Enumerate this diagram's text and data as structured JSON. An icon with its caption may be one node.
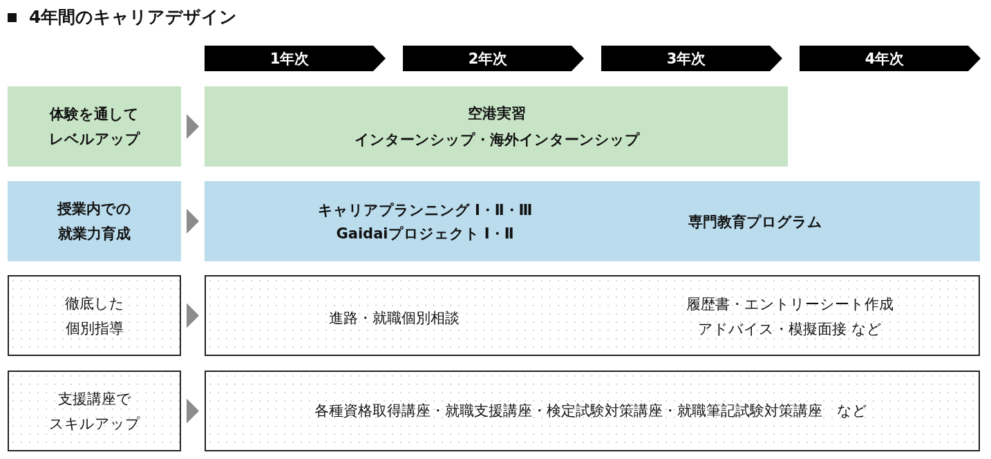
{
  "diagram": {
    "title": "4年間のキャリアデザイン",
    "nodes": [
      {
        "text": [
          "1年次"
        ]
      },
      {
        "text": [
          "2年次"
        ]
      },
      {
        "text": [
          "3年次"
        ]
      },
      {
        "text": [
          "4年次"
        ]
      },
      {
        "text": [
          "体験を通してレベルアップ"
        ]
      },
      {
        "text": [
          "空港実習",
          "インターンシップ・海外インターンシップ"
        ]
      },
      {
        "text": [
          "授業内での就業力育成"
        ]
      },
      {
        "text": [
          "キャリアプランニング Ⅰ・Ⅱ・Ⅲ",
          "Gaidaiプロジェクト Ⅰ・Ⅱ",
          "専門教育プログラム"
        ]
      },
      {
        "text": [
          "徹底した個別指導"
        ]
      },
      {
        "text": [
          "進路・就職個別相談",
          "履歴書・エントリーシート作成アドバイス・模擬面接 など"
        ]
      },
      {
        "text": [
          "支援講座でスキルアップ"
        ]
      },
      {
        "text": [
          "各種資格取得講座・就職支援講座・検定試験対策講座・就職筆記試験対策講座　など"
        ]
      }
    ],
    "edges": [
      {
        "from": 4,
        "to": 5,
        "arrow": "to"
      },
      {
        "from": 6,
        "to": 7,
        "arrow": "to"
      },
      {
        "from": 8,
        "to": 9,
        "arrow": "to"
      },
      {
        "from": 10,
        "to": 11,
        "arrow": "to"
      }
    ]
  }
}
